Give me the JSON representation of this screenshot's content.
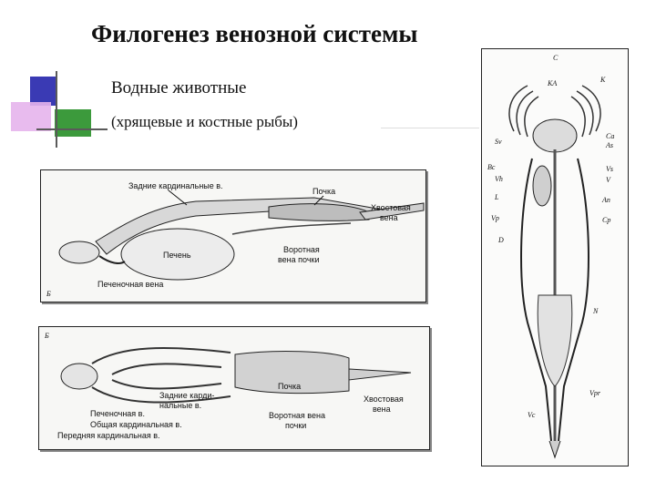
{
  "slide": {
    "title": "Филогенез венозной системы",
    "subtitle": "Водные животные",
    "note": "(хрящевые и костные рыбы)"
  },
  "panel_a": {
    "labels": {
      "rear_cardinal": "Задние кардинальные в.",
      "kidney": "Почка",
      "tail_vein": [
        "Хвостовая",
        "вена"
      ],
      "portal_vein": [
        "Воротная",
        "вена почки"
      ],
      "liver": "Печень",
      "hepatic_vein": "Печеночная вена",
      "tag": "Б"
    }
  },
  "panel_b": {
    "labels": {
      "tag": "Б",
      "rear_cardinal": [
        "Задние карди-",
        "нальные в."
      ],
      "kidney": "Почка",
      "hepatic_vein": "Печеночная в.",
      "common_cardinal": "Общая кардинальная в.",
      "front_cardinal": "Передняя кардинальная в.",
      "portal_vein": [
        "Воротная вена",
        "почки"
      ],
      "tail_vein": [
        "Хвостовая",
        "вена"
      ]
    }
  },
  "panel_c": {
    "labels": {
      "C": "C",
      "KA": "КА",
      "K": "К",
      "Sv": "Sv",
      "Ca": "Ca",
      "As": "As",
      "Bc": "Bc",
      "Vh": "Vh",
      "Vs": "Vs",
      "V": "V",
      "L": "L",
      "An": "An",
      "Vp": "Vp",
      "Cp": "Cp",
      "D": "D",
      "N": "N",
      "Vpr": "Vpr",
      "Vc": "Vc"
    }
  },
  "colors": {
    "deco_blue": "#3a3ab4",
    "deco_pink": "#e6b4ec",
    "deco_green": "#3c9a3c",
    "deco_line": "#5a5a5a"
  }
}
